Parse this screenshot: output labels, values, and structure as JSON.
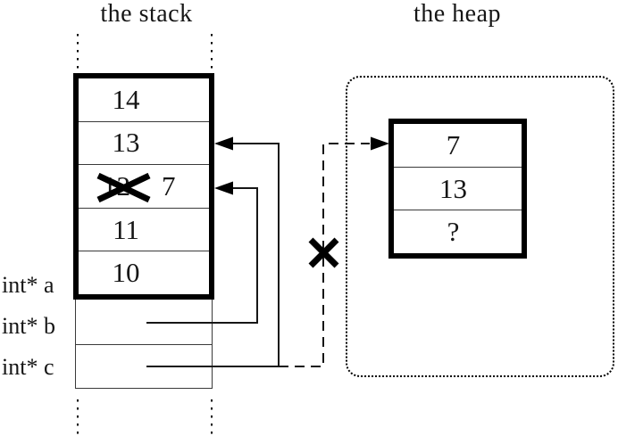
{
  "stack": {
    "title": "the stack",
    "cells": [
      {
        "value": "14"
      },
      {
        "value": "13"
      },
      {
        "value": "12",
        "crossed_out": true,
        "new_value": "7"
      },
      {
        "value": "11"
      },
      {
        "value": "10"
      }
    ],
    "pointer_labels": [
      {
        "label": "int* a"
      },
      {
        "label": "int* b"
      },
      {
        "label": "int* c"
      }
    ]
  },
  "heap": {
    "title": "the heap",
    "cells": [
      {
        "value": "7"
      },
      {
        "value": "13"
      },
      {
        "value": "?"
      }
    ]
  },
  "colors": {
    "ink": "#000000",
    "background": "#ffffff",
    "thin_line": "#3a3a3a"
  }
}
